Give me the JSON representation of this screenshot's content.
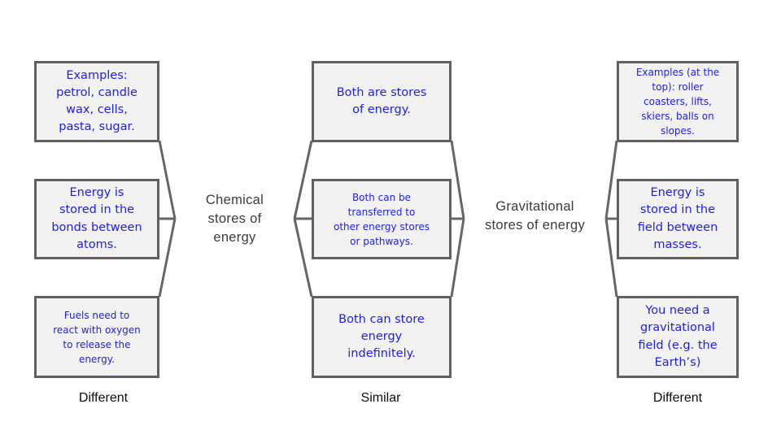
{
  "diagram": {
    "columns": [
      {
        "id": "left",
        "footer": "Different",
        "boxes": [
          "Examples:\npetrol, candle\nwax, cells,\npasta, sugar.",
          "Energy is\nstored in the\nbonds between\natoms.",
          "Fuels need to\nreact with oxygen\nto release the\nenergy."
        ]
      },
      {
        "id": "middle",
        "footer": "Similar",
        "boxes": [
          "Both are stores\nof energy.",
          "Both can be\ntransferred to\nother energy stores\nor pathways.",
          "Both can store\nenergy\nindefinitely."
        ]
      },
      {
        "id": "right",
        "footer": "Different",
        "boxes": [
          "Examples (at the\ntop): roller\ncoasters, lifts,\nskiers, balls on\nslopes.",
          "Energy is\nstored in the\nfield between\nmasses.",
          "You need a\ngravitational\nfield (e.g. the\nEarth’s)"
        ]
      }
    ],
    "node_labels": {
      "chemical": "Chemical\nstores of\nenergy",
      "gravitational": "Gravitational\nstores of energy"
    },
    "colors": {
      "box_text": "#1e1ee6",
      "box_border": "#606060",
      "box_fill": "#f2f2f2",
      "connector_line": "#666666",
      "node_label_text": "#3c3c3c",
      "footer_text": "#0d0d0d",
      "background": "#ffffff"
    }
  }
}
